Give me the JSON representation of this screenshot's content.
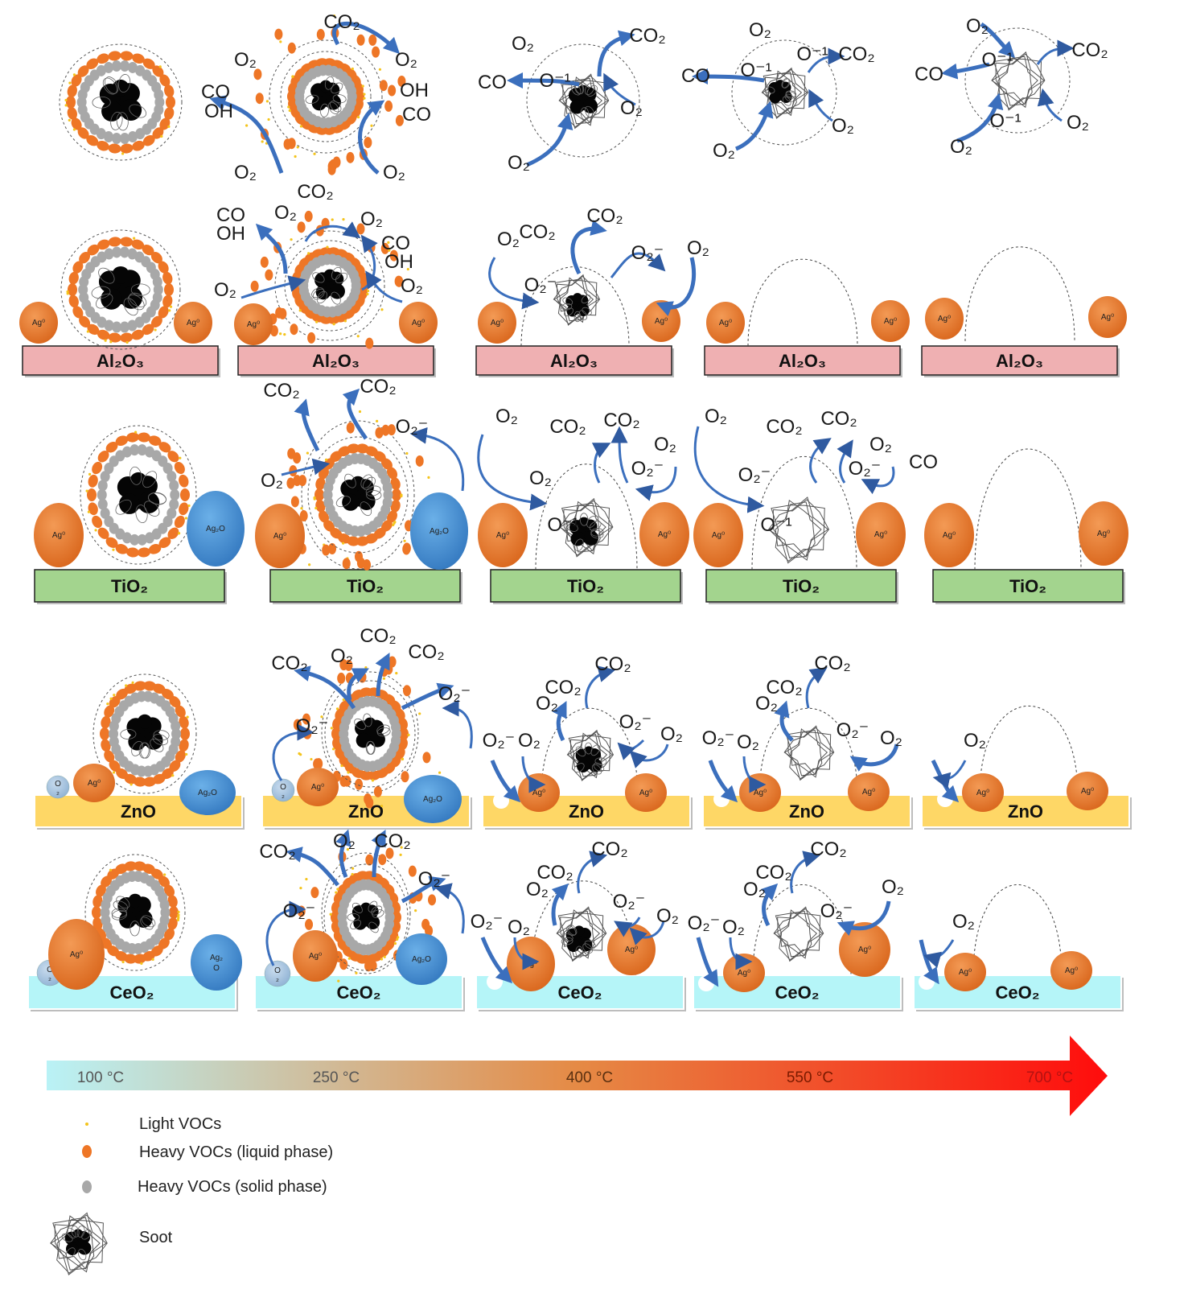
{
  "temperature_scale": {
    "labels": [
      "100 °C",
      "250 °C",
      "400 °C",
      "550 °C",
      "700 °C"
    ],
    "gradient_colors": [
      "#b9f2f6",
      "#e58a45",
      "#ff0c0c"
    ]
  },
  "supports": [
    {
      "name": "Al₂O₃",
      "color": "#efb0b2"
    },
    {
      "name": "TiO₂",
      "color": "#a3d48e"
    },
    {
      "name": "ZnO",
      "color": "#fed766"
    },
    {
      "name": "CeO₂",
      "color": "#b5f5f8"
    }
  ],
  "species": {
    "ag_metal": "Ag⁰",
    "ag_oxide": "Ag₂O",
    "ag_oxide_split": [
      "Ag₂",
      "O"
    ],
    "oxygen_vacancy": [
      "O",
      "₂"
    ],
    "o2": "O₂",
    "co2": "CO₂",
    "co": "CO",
    "oh": "OH",
    "superoxide": "O₂⁻",
    "oxide_ion": "O⁻¹"
  },
  "legend": [
    {
      "label": "Light VOCs",
      "icon": "small-yellow-dot"
    },
    {
      "label": "Heavy VOCs (liquid phase)",
      "icon": "orange-ellipse"
    },
    {
      "label": "Heavy VOCs (solid phase)",
      "icon": "grey-ellipse"
    },
    {
      "label": "Soot",
      "icon": "soot-particle"
    }
  ],
  "colors": {
    "arrow": "#3b6fbd",
    "ag_metal": "#ec7a2e",
    "ag_oxide": "#4a93d3",
    "heavy_voc_liquid": "#ee7626",
    "heavy_voc_solid": "#a8a8a8",
    "light_voc": "#f4c41c",
    "soot": "#050505"
  }
}
